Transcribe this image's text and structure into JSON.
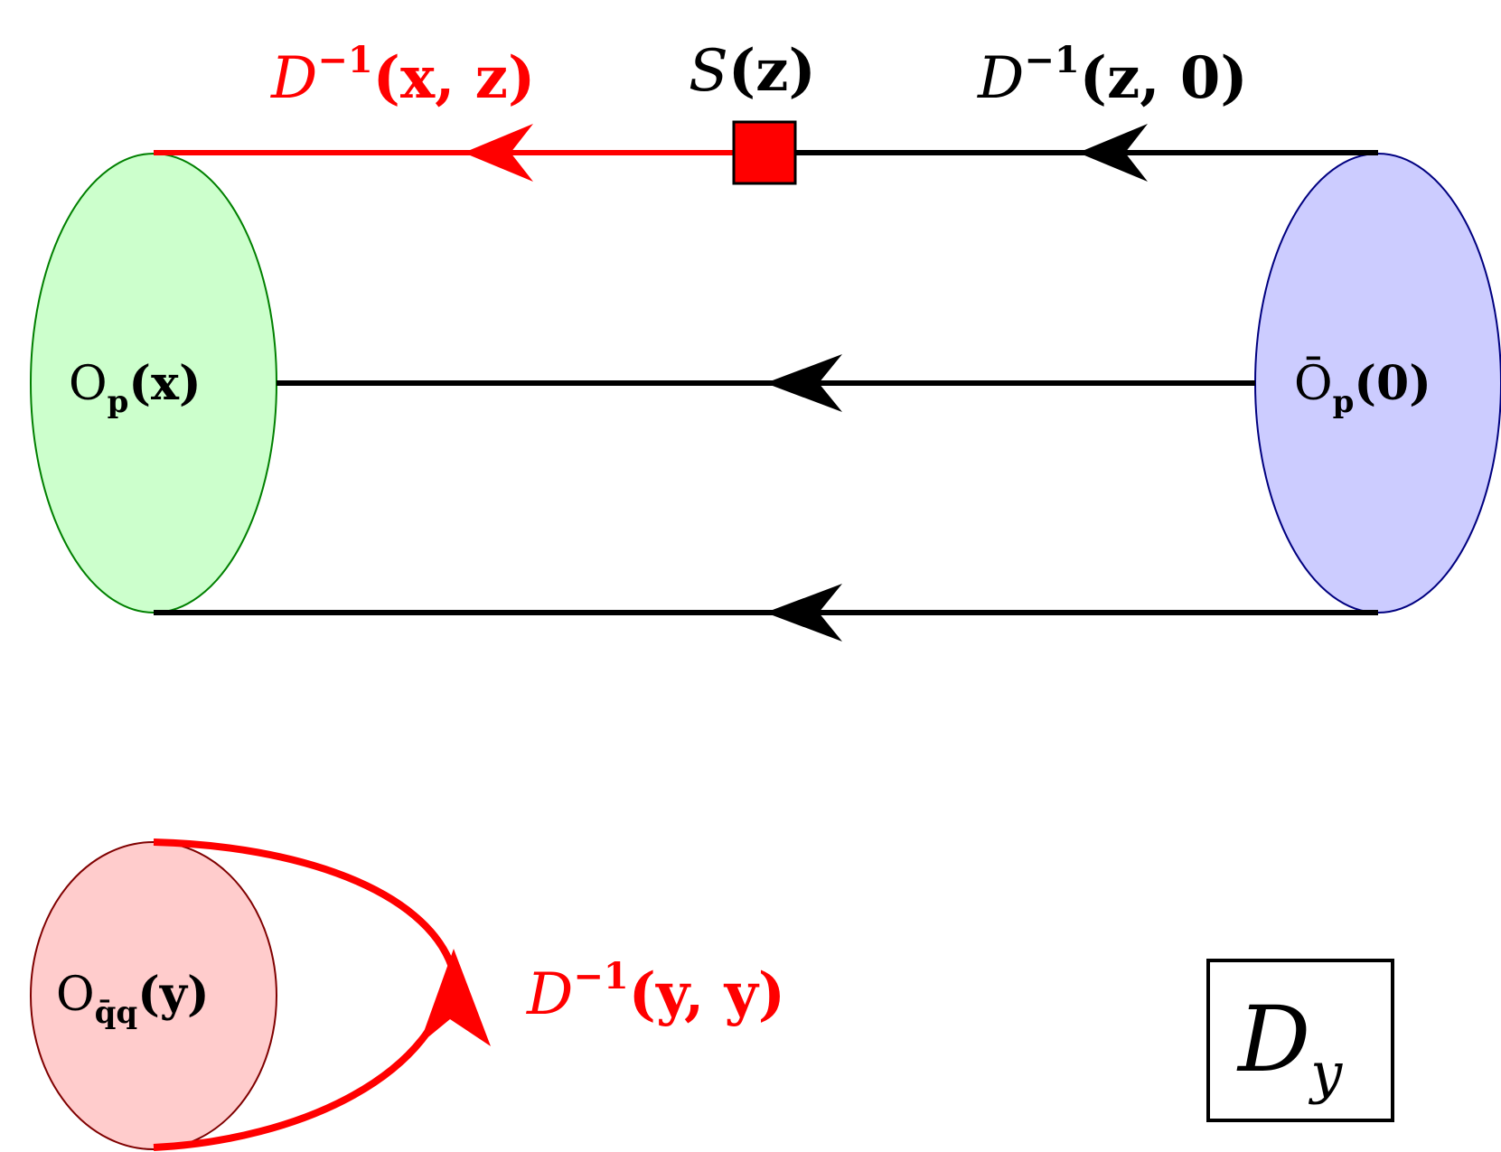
{
  "colors": {
    "red": "#ff0000",
    "black": "#000000",
    "green_fill": "#ccffcc",
    "green_stroke": "#008000",
    "blue_fill": "#ccccff",
    "blue_stroke": "#000080",
    "pink_fill": "#ffcccc",
    "pink_stroke": "#800000"
  },
  "labels": {
    "top_left_prop": {
      "script": "D",
      "sup": "−1",
      "args": "(x, z)"
    },
    "insertion": {
      "script": "S",
      "args": "(z)"
    },
    "top_right_prop": {
      "script": "D",
      "sup": "−1",
      "args": "(z, 0)"
    },
    "sink": {
      "base": "O",
      "sub": "p",
      "args": "(x)"
    },
    "source": {
      "base": "Ō",
      "sub": "p",
      "args": "(0)"
    },
    "loop_op": {
      "base": "O",
      "sub": "q̄q",
      "args": "(y)"
    },
    "loop_prop": {
      "script": "D",
      "sup": "−1",
      "args": "(y, y)"
    },
    "diagram_name": {
      "script": "D",
      "sub": "y"
    }
  }
}
